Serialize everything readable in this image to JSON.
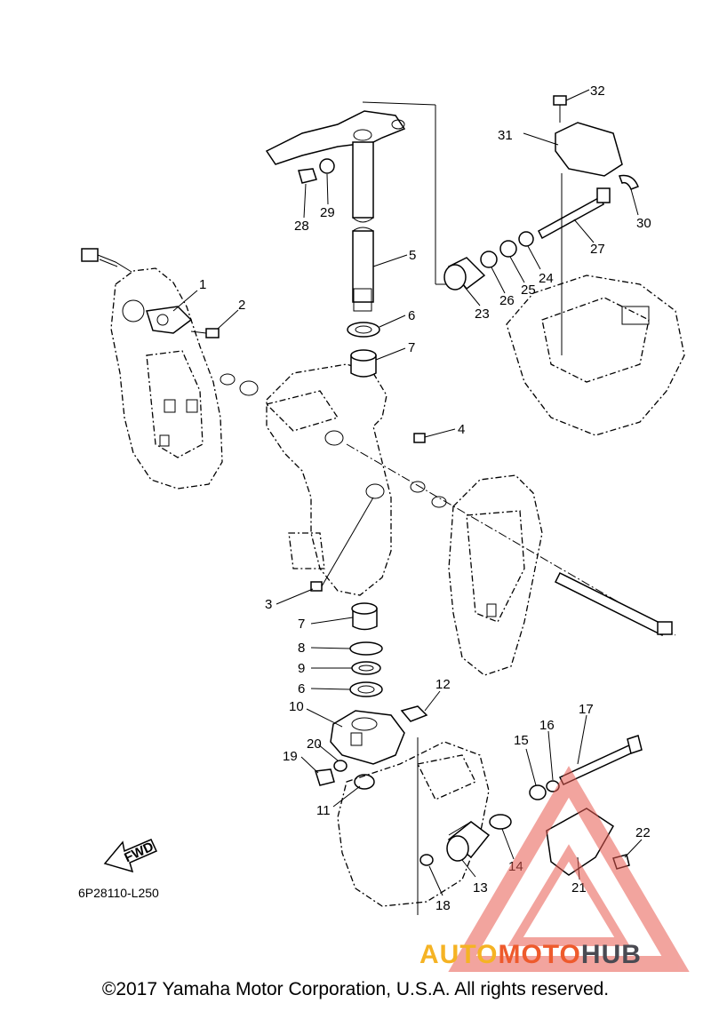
{
  "diagram": {
    "drawing_code": "6P28110-L250",
    "fwd_label": "FWD",
    "copyright": "©2017 Yamaha Motor Corporation, U.S.A. All rights reserved.",
    "watermark": {
      "part1": "AUTO",
      "part2": "MOTO",
      "part3": "HUB"
    },
    "callouts": [
      "1",
      "2",
      "3",
      "4",
      "5",
      "6",
      "7",
      "7",
      "8",
      "9",
      "6",
      "10",
      "11",
      "12",
      "13",
      "14",
      "15",
      "16",
      "17",
      "18",
      "19",
      "20",
      "21",
      "22",
      "23",
      "24",
      "25",
      "26",
      "27",
      "28",
      "29",
      "30",
      "31",
      "32"
    ]
  }
}
